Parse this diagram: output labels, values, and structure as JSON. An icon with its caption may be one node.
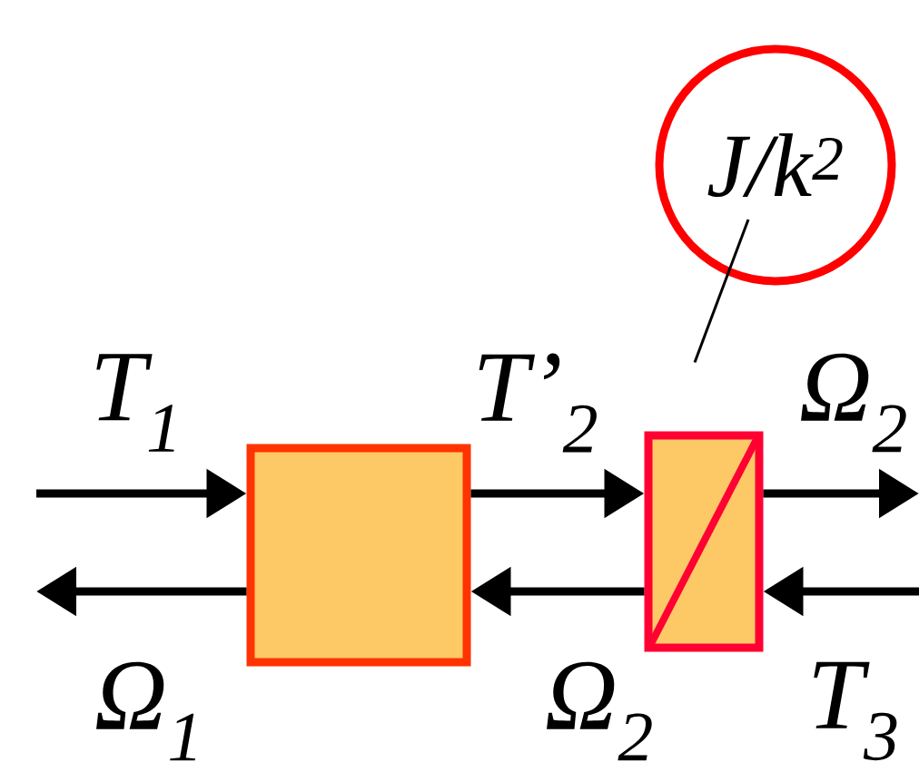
{
  "diagram": {
    "nodes": [
      {
        "text": [],
        "shape": "box"
      },
      {
        "text": [],
        "shape": "box"
      },
      {
        "text": [
          "J/k$^{2}$"
        ]
      }
    ],
    "edges": [
      {
        "from": null,
        "to": 0,
        "arrow": "to",
        "label": "T$_{1}$"
      },
      {
        "from": 0,
        "to": null,
        "arrow": "to",
        "label": "Ω$_{1}$"
      },
      {
        "from": 0,
        "to": 1,
        "arrow": "to",
        "label": "T’$_{2}$"
      },
      {
        "from": 1,
        "to": 0,
        "arrow": "to",
        "label": "Ω$_{2}$"
      },
      {
        "from": 1,
        "to": null,
        "arrow": "to",
        "label": "Ω$_{2}$"
      },
      {
        "from": null,
        "to": 1,
        "arrow": "to",
        "label": "T$_{3}$"
      },
      {
        "from": 2,
        "to": 1,
        "arrow": "none"
      }
    ]
  }
}
